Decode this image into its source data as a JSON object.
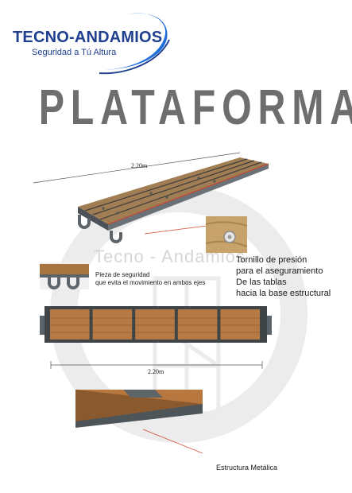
{
  "brand": {
    "name": "TECNO-ANDAMIOS",
    "tagline": "Seguridad a Tú Altura",
    "accent_color": "#1f3f8f",
    "swoosh_color": "#1e6fd9"
  },
  "title": "PLATAFORMA",
  "watermark": "Tecno - Andamios",
  "dimensions": {
    "top": "2.20m",
    "bottom": "2.20m"
  },
  "captions": {
    "safety_piece": [
      "Pieza de seguridad",
      "que evita el movimiento en ambos ejes"
    ],
    "screw": [
      "Tornillo de presión",
      "para el aseguramiento",
      "De las tablas",
      "hacia la base estructural"
    ],
    "structure": "Estructura Metálica"
  },
  "colors": {
    "wood": "#b87a45",
    "wood_top": "#9c7a4e",
    "metal": "#5c6368",
    "arrow": "#d6452f",
    "title": "#6e6e6e"
  }
}
